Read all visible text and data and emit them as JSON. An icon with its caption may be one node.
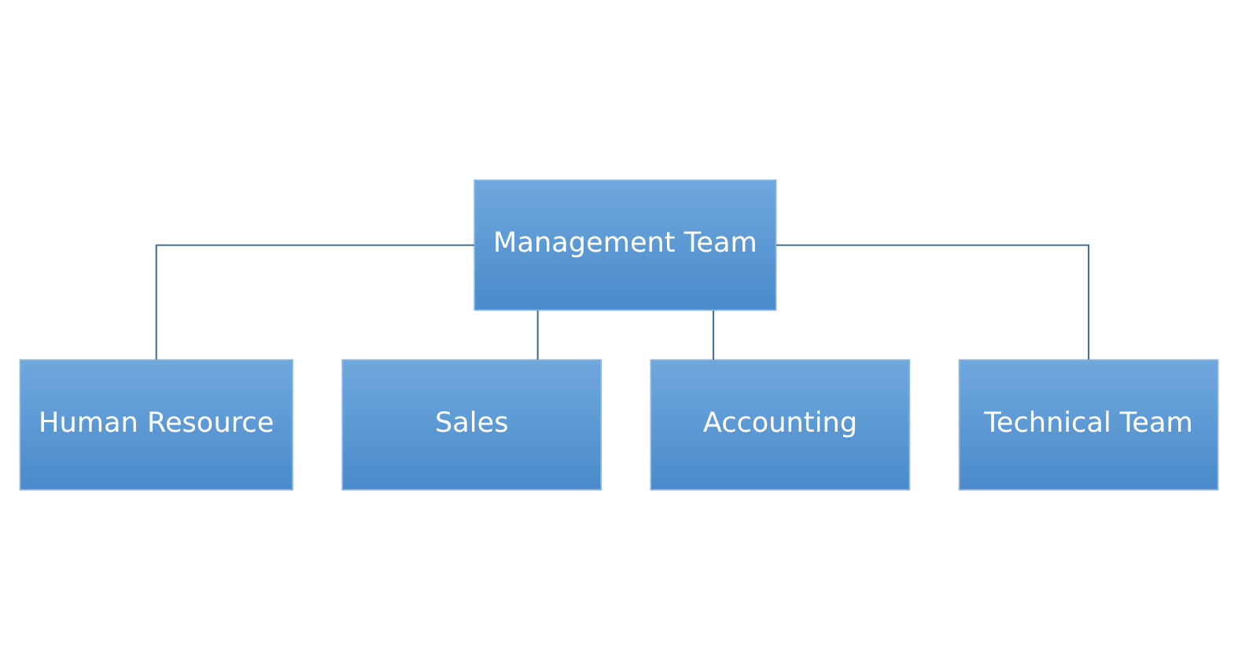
{
  "diagram": {
    "nodes": [
      {
        "text": [
          "Management Team"
        ]
      },
      {
        "text": [
          "Human Resource"
        ]
      },
      {
        "text": [
          "Sales"
        ]
      },
      {
        "text": [
          "Accounting"
        ]
      },
      {
        "text": [
          "Technical Team"
        ]
      }
    ],
    "edges": [
      {
        "from": 0,
        "to": 1,
        "arrow": "none"
      },
      {
        "from": 0,
        "to": 2,
        "arrow": "none"
      },
      {
        "from": 0,
        "to": 3,
        "arrow": "none"
      },
      {
        "from": 0,
        "to": 4,
        "arrow": "none"
      }
    ]
  }
}
